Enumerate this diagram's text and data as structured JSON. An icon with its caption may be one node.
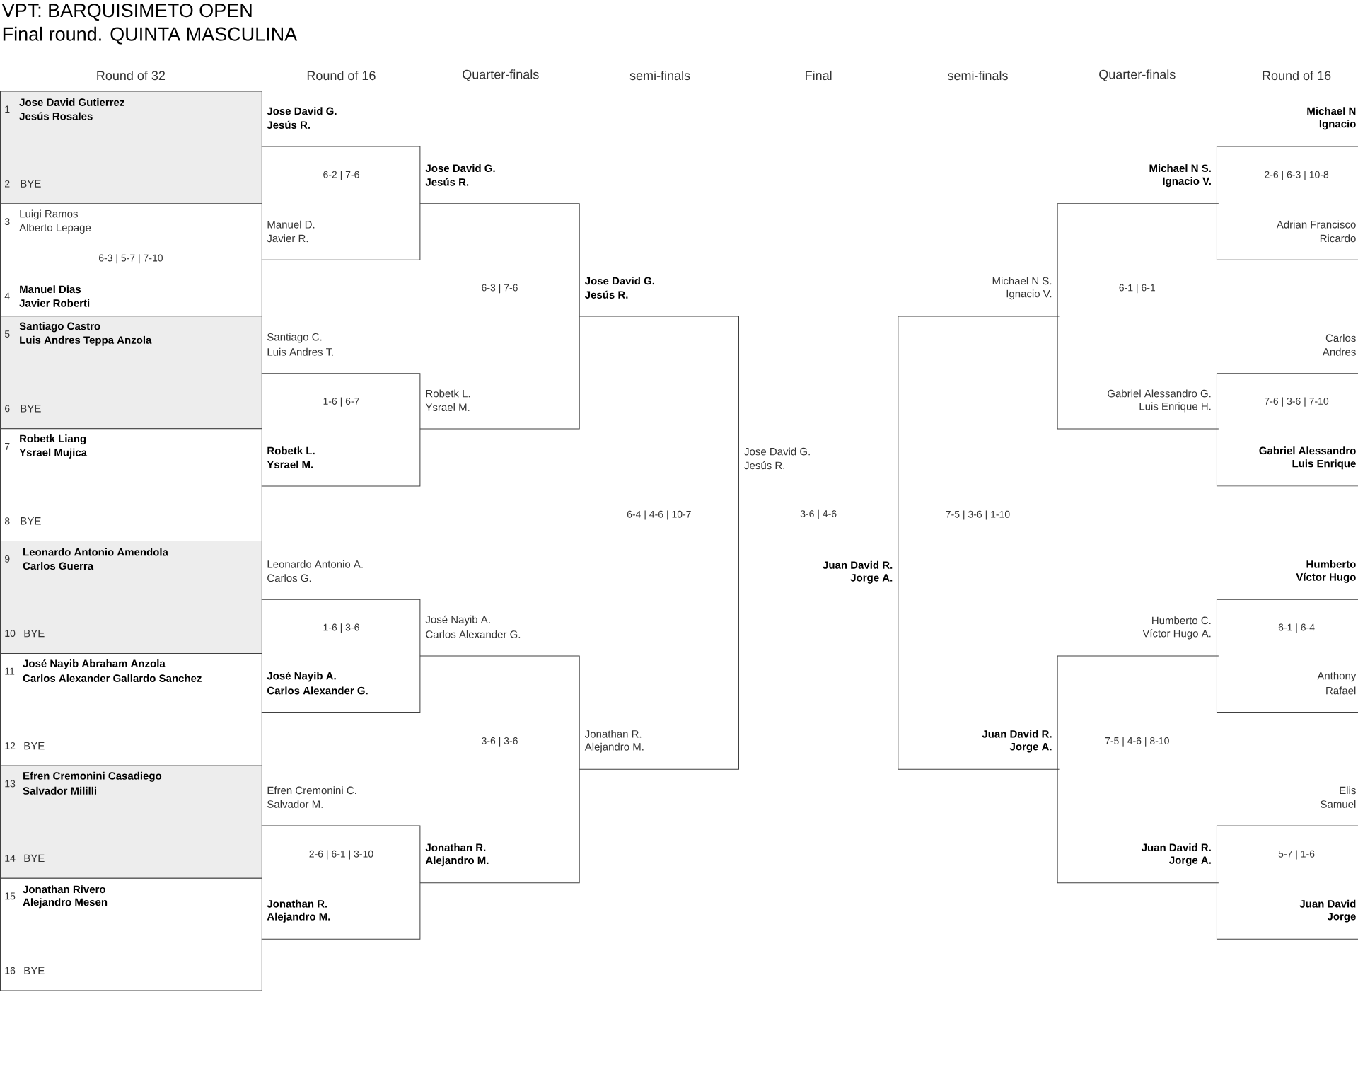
{
  "diagram": {
    "title": "VPT: BARQUISIMETO OPEN",
    "nodes": [
      {
        "text": [
          "1",
          "Jose David Gutierrez",
          "Jesús Rosales",
          "2",
          "BYE"
        ]
      },
      {
        "text": [
          "3",
          "Luigi Ramos",
          "Alberto Lepage",
          "6-3 | 5-7 | 7-10",
          "4",
          "Manuel Dias",
          "Javier Roberti"
        ]
      },
      {
        "text": [
          "5",
          "Santiago Castro",
          "Luis Andres Teppa Anzola",
          "6",
          "BYE"
        ]
      },
      {
        "text": [
          "7",
          "Robetk Liang",
          "Ysrael Mujica",
          "8",
          "BYE"
        ]
      },
      {
        "text": [
          "9",
          "Leonardo Antonio Amendola",
          "Carlos Guerra",
          "10",
          "BYE"
        ]
      },
      {
        "text": [
          "11",
          "José Nayib Abraham Anzola",
          "Carlos Alexander Gallardo Sanchez",
          "12",
          "BYE"
        ]
      },
      {
        "text": [
          "13",
          "Efren Cremonini Casadiego",
          "Salvador Mililli",
          "14",
          "BYE"
        ]
      },
      {
        "text": [
          "15",
          "Jonathan Rivero",
          "Alejandro Mesen",
          "16",
          "BYE"
        ]
      },
      {
        "text": [
          "Jose David G.",
          "Jesús R.",
          "6-2 | 7-6",
          "Manuel D.",
          "Javier R."
        ]
      },
      {
        "text": [
          "Santiago C.",
          "Luis Andres T.",
          "1-6 | 6-7",
          "Robetk L.",
          "Ysrael M."
        ]
      },
      {
        "text": [
          "Leonardo Antonio A.",
          "Carlos G.",
          "1-6 | 3-6",
          "José Nayib A.",
          "Carlos Alexander G."
        ]
      },
      {
        "text": [
          "Efren Cremonini C.",
          "Salvador M.",
          "2-6 | 6-1 | 3-10",
          "Jonathan R.",
          "Alejandro M."
        ]
      },
      {
        "text": [
          "Jose David G.",
          "Jesús R.",
          "6-3 | 7-6",
          "Robetk L.",
          "Ysrael M."
        ]
      },
      {
        "text": [
          "José Nayib A.",
          "Carlos Alexander G.",
          "3-6 | 3-6",
          "Jonathan R.",
          "Alejandro M."
        ]
      },
      {
        "text": [
          "Jose David G.",
          "Jesús R.",
          "6-4 | 4-6 | 10-7",
          "Jonathan R.",
          "Alejandro M."
        ]
      },
      {
        "text": [
          "Michael N S.",
          "Ignacio V.",
          "7-5 | 3-6 | 1-10",
          "Juan David R.",
          "Jorge A."
        ]
      },
      {
        "text": [
          "Michael N S.",
          "Ignacio V.",
          "6-1 | 6-1",
          "Gabriel Alessandro G.",
          "Luis Enrique H."
        ]
      },
      {
        "text": [
          "Humberto C.",
          "Víctor Hugo A.",
          "7-5 | 4-6 | 8-10",
          "Juan David R.",
          "Jorge A."
        ]
      },
      {
        "text": [
          "Michael N",
          "Ignacio",
          "2-6 | 6-3 | 10-8",
          "Adrian Francisco",
          "Ricardo"
        ]
      },
      {
        "text": [
          "Carlos",
          "Andres",
          "7-6 | 3-6 | 7-10",
          "Gabriel Alessandro",
          "Luis Enrique"
        ]
      },
      {
        "text": [
          "Humberto",
          "Víctor Hugo",
          "6-1 | 6-4",
          "Anthony",
          "Rafael"
        ]
      },
      {
        "text": [
          "Elis",
          "Samuel",
          "5-7 | 1-6",
          "Juan David",
          "Jorge"
        ]
      }
    ],
    "labels": [
      "Final round. QUINTA MASCULINA",
      "Round of 32",
      "Round of 16",
      "Quarter-finals",
      "semi-finals",
      "Final",
      "semi-finals",
      "Quarter-finals",
      "Round of 16",
      "Jose David G.",
      "Jesús R.",
      "3-6 | 4-6",
      "Juan David R.",
      "Jorge A."
    ]
  }
}
